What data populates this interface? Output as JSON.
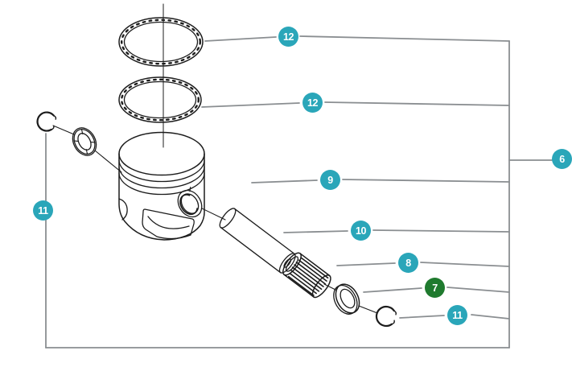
{
  "diagram": {
    "kind": "exploded-parts-diagram",
    "background": "#ffffff",
    "ink_color": "#1c1c1c",
    "callout_line_color": "#8a8e91"
  },
  "colors": {
    "badge_teal": "#2aa6b9",
    "badge_green": "#1f7a2e",
    "badge_text": "#ffffff"
  },
  "parts": [
    "piston-ring-top",
    "piston-ring-second",
    "piston",
    "piston-pin",
    "needle-bearing",
    "washer-left",
    "washer-right",
    "circlip-left",
    "circlip-right"
  ],
  "callouts": [
    {
      "label": "12",
      "color": "#2aa6b9"
    },
    {
      "label": "12",
      "color": "#2aa6b9"
    },
    {
      "label": "6",
      "color": "#2aa6b9"
    },
    {
      "label": "9",
      "color": "#2aa6b9"
    },
    {
      "label": "10",
      "color": "#2aa6b9"
    },
    {
      "label": "8",
      "color": "#2aa6b9"
    },
    {
      "label": "7",
      "color": "#1f7a2e"
    },
    {
      "label": "11",
      "color": "#2aa6b9"
    },
    {
      "label": "11",
      "color": "#2aa6b9"
    }
  ]
}
